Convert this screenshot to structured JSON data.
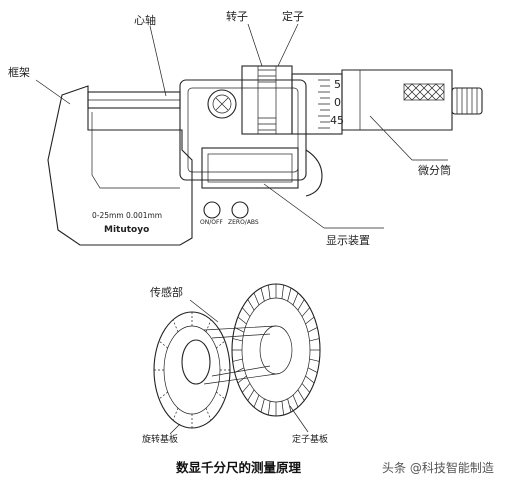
{
  "micrometer": {
    "labels": {
      "frame": "框架",
      "spindle": "心轴",
      "rotor": "转子",
      "stator": "定子",
      "thimble": "微分筒",
      "display": "显示装置"
    },
    "scale_marks": [
      "5",
      "0",
      "45"
    ],
    "frame_print": {
      "range": "0-25mm 0.001mm",
      "brand": "Mitutoyo"
    },
    "buttons": [
      "ON/OFF",
      "ZERO/ABS"
    ]
  },
  "sensor": {
    "labels": {
      "sensor_part": "传感部",
      "rotating_plate": "旋转基板",
      "fixed_plate": "定子基板"
    }
  },
  "caption": "数显千分尺的测量原理",
  "watermark": "头条 @科技智能制造"
}
